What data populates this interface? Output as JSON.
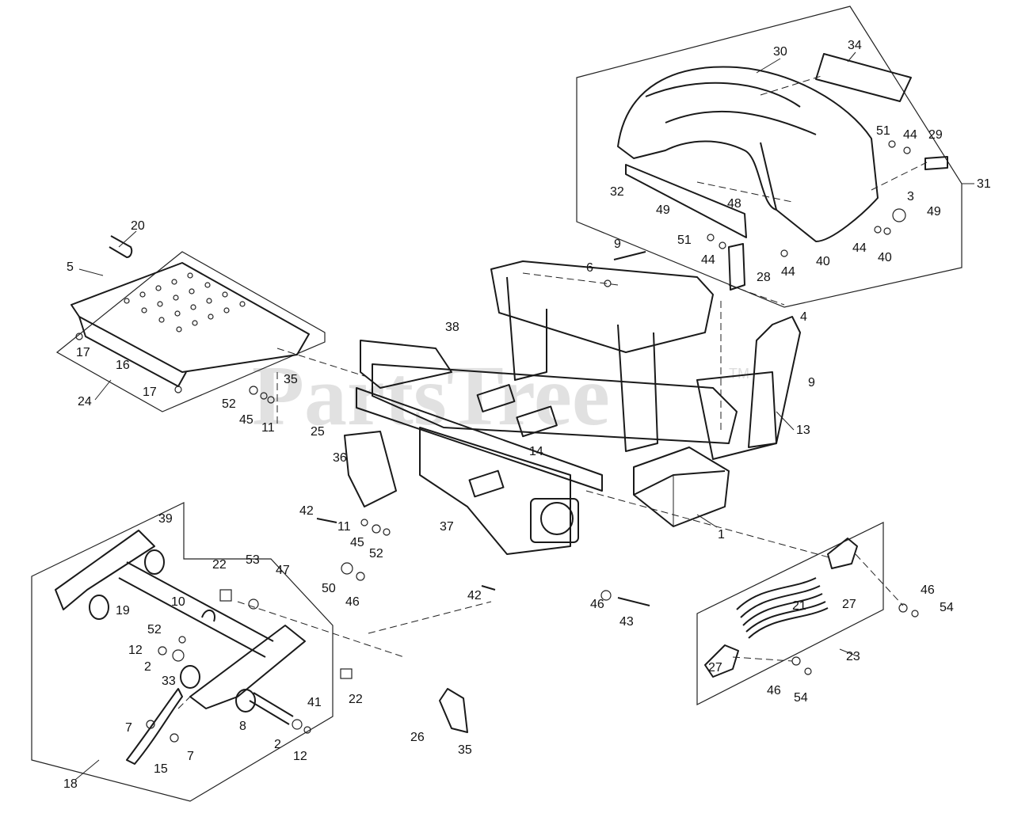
{
  "watermark": {
    "text": "PartsTree",
    "trademark": "TM"
  },
  "callouts": [
    {
      "label": "30"
    },
    {
      "label": "34"
    },
    {
      "label": "51"
    },
    {
      "label": "44"
    },
    {
      "label": "29"
    },
    {
      "label": "31"
    },
    {
      "label": "32"
    },
    {
      "label": "49"
    },
    {
      "label": "48"
    },
    {
      "label": "3"
    },
    {
      "label": "49"
    },
    {
      "label": "44"
    },
    {
      "label": "40"
    },
    {
      "label": "51"
    },
    {
      "label": "44"
    },
    {
      "label": "44"
    },
    {
      "label": "40"
    },
    {
      "label": "28"
    },
    {
      "label": "4"
    },
    {
      "label": "9"
    },
    {
      "label": "6"
    },
    {
      "label": "20"
    },
    {
      "label": "5"
    },
    {
      "label": "17"
    },
    {
      "label": "16"
    },
    {
      "label": "17"
    },
    {
      "label": "24"
    },
    {
      "label": "38"
    },
    {
      "label": "35"
    },
    {
      "label": "52"
    },
    {
      "label": "45"
    },
    {
      "label": "11"
    },
    {
      "label": "25"
    },
    {
      "label": "36"
    },
    {
      "label": "14"
    },
    {
      "label": "9"
    },
    {
      "label": "13"
    },
    {
      "label": "42"
    },
    {
      "label": "11"
    },
    {
      "label": "45"
    },
    {
      "label": "52"
    },
    {
      "label": "37"
    },
    {
      "label": "1"
    },
    {
      "label": "39"
    },
    {
      "label": "22"
    },
    {
      "label": "53"
    },
    {
      "label": "47"
    },
    {
      "label": "50"
    },
    {
      "label": "46"
    },
    {
      "label": "19"
    },
    {
      "label": "10"
    },
    {
      "label": "52"
    },
    {
      "label": "12"
    },
    {
      "label": "2"
    },
    {
      "label": "33"
    },
    {
      "label": "42"
    },
    {
      "label": "46"
    },
    {
      "label": "43"
    },
    {
      "label": "27"
    },
    {
      "label": "21"
    },
    {
      "label": "46"
    },
    {
      "label": "54"
    },
    {
      "label": "23"
    },
    {
      "label": "27"
    },
    {
      "label": "46"
    },
    {
      "label": "54"
    },
    {
      "label": "41"
    },
    {
      "label": "22"
    },
    {
      "label": "7"
    },
    {
      "label": "8"
    },
    {
      "label": "2"
    },
    {
      "label": "12"
    },
    {
      "label": "7"
    },
    {
      "label": "15"
    },
    {
      "label": "26"
    },
    {
      "label": "35"
    },
    {
      "label": "18"
    }
  ]
}
